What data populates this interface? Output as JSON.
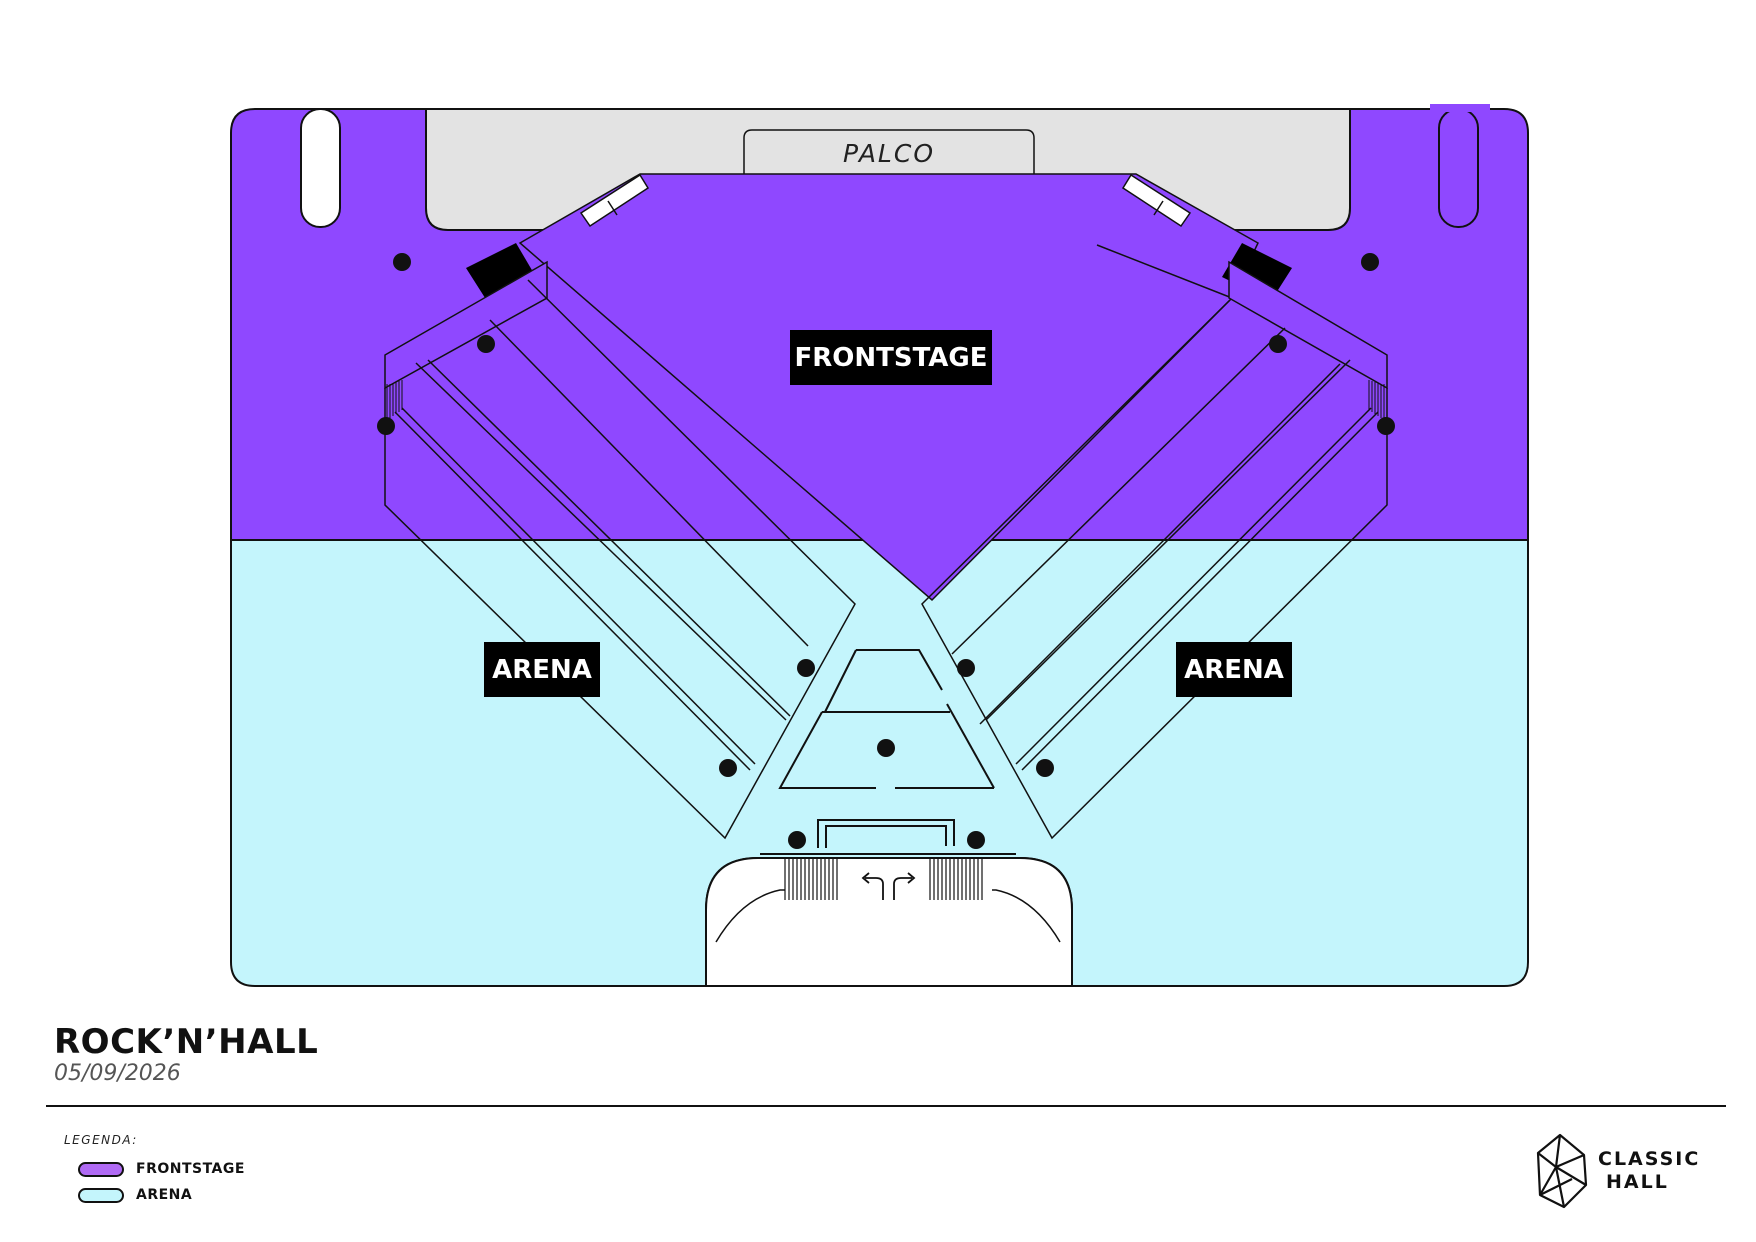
{
  "venue_plan": {
    "stage_label": "PALCO",
    "zones": [
      {
        "id": "frontstage",
        "label": "FRONTSTAGE",
        "color": "#8f48ff"
      },
      {
        "id": "arena_left",
        "label": "ARENA",
        "color": "#c4f5fc"
      },
      {
        "id": "arena_right",
        "label": "ARENA",
        "color": "#c4f5fc"
      }
    ],
    "colors": {
      "stage": "#e3e3e3",
      "outline": "#111111",
      "label_bg": "#000000"
    }
  },
  "event": {
    "title": "ROCK’N’HALL",
    "date": "05/09/2026"
  },
  "legend": {
    "title": "LEGENDA:",
    "items": [
      {
        "label": "FRONTSTAGE",
        "color": "#b06af4"
      },
      {
        "label": "ARENA",
        "color": "#c4f5fc"
      }
    ]
  },
  "brand": {
    "line1": "CLASSIC",
    "line2": "HALL",
    "icon": "crystal-logo-icon"
  }
}
